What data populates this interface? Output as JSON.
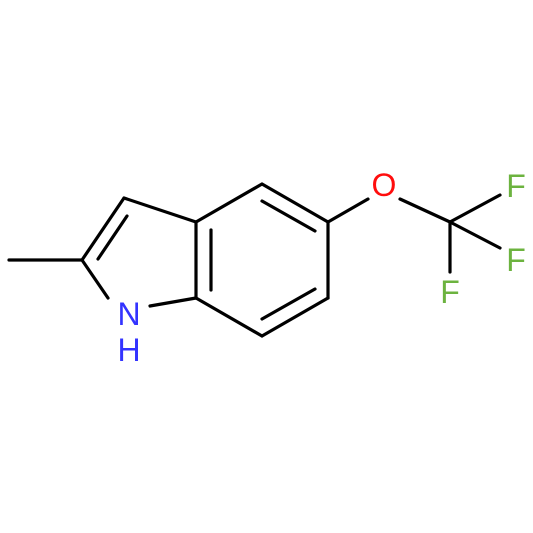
{
  "structure": {
    "atoms": {
      "n_label": "N",
      "h_label": "H",
      "o_label": "O",
      "f1_label": "F",
      "f2_label": "F",
      "f3_label": "F"
    },
    "colors": {
      "bond": "#000000",
      "nitrogen": "#3333ff",
      "oxygen": "#ff0d0d",
      "fluorine": "#6cb33f",
      "background": "#ffffff"
    }
  }
}
